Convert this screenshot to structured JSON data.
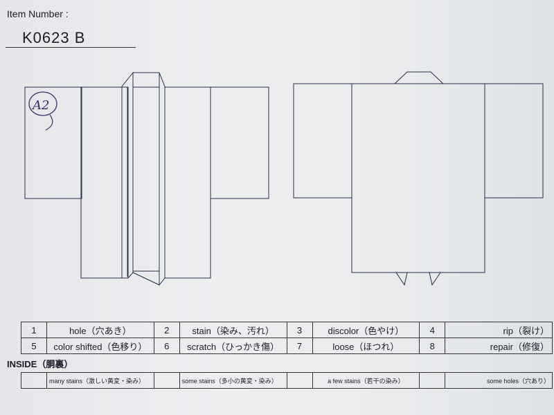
{
  "item": {
    "label": "Item Number :",
    "value": "K0623   B"
  },
  "mark": {
    "text": "A2"
  },
  "legend": [
    [
      {
        "num": "1",
        "label": "hole（穴あき）"
      },
      {
        "num": "2",
        "label": "stain（染み、汚れ）"
      },
      {
        "num": "3",
        "label": "discolor（色やけ）"
      },
      {
        "num": "4",
        "label": "rip（裂け）"
      }
    ],
    [
      {
        "num": "5",
        "label": "color shifted（色移り）"
      },
      {
        "num": "6",
        "label": "scratch（ひっかき傷）"
      },
      {
        "num": "7",
        "label": "loose（ほつれ）"
      },
      {
        "num": "8",
        "label": "repair（修復）"
      }
    ]
  ],
  "inside": {
    "title": "INSIDE（胴裏）",
    "items": [
      "many stains（激しい黄変・染み）",
      "some stains（多小の黄変・染み）",
      "a few stains（若干の染み）",
      "some holes（穴あり）"
    ]
  },
  "colors": {
    "paper": "#e6e8ea",
    "ink": "#2a2a4a",
    "mark_ink": "#3a2a6a"
  }
}
